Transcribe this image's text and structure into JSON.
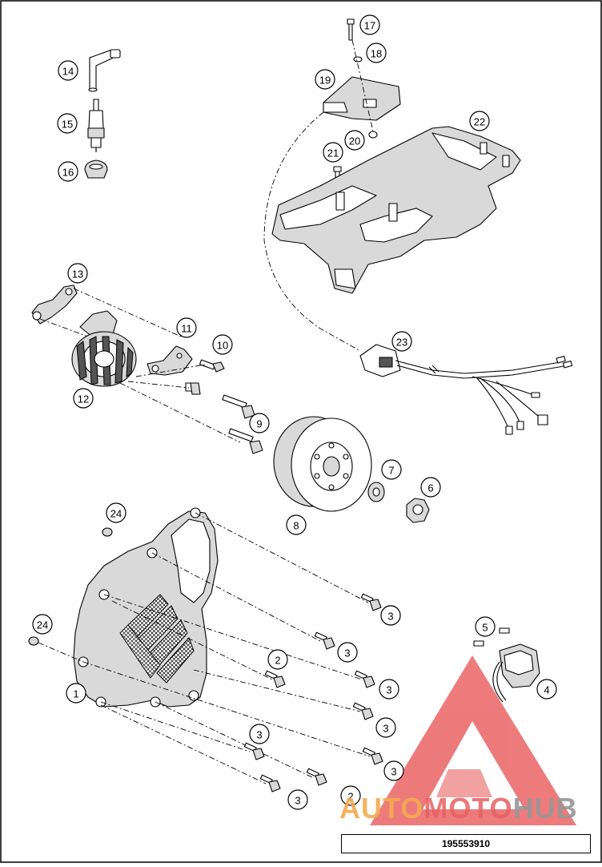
{
  "diagram": {
    "document_number": "195553910",
    "watermark": {
      "part1": "AUTO",
      "part2": "MOTO",
      "part3": "HUB",
      "color_primary": "#e85a5a",
      "color_accent": "#f3aa50",
      "color_neutral": "#969696"
    },
    "callouts": [
      "1",
      "2",
      "2",
      "3",
      "3",
      "3",
      "3",
      "3",
      "3",
      "3",
      "3",
      "4",
      "5",
      "6",
      "7",
      "8",
      "9",
      "10",
      "11",
      "12",
      "13",
      "14",
      "15",
      "16",
      "17",
      "18",
      "19",
      "20",
      "21",
      "22",
      "23",
      "24",
      "24"
    ]
  }
}
